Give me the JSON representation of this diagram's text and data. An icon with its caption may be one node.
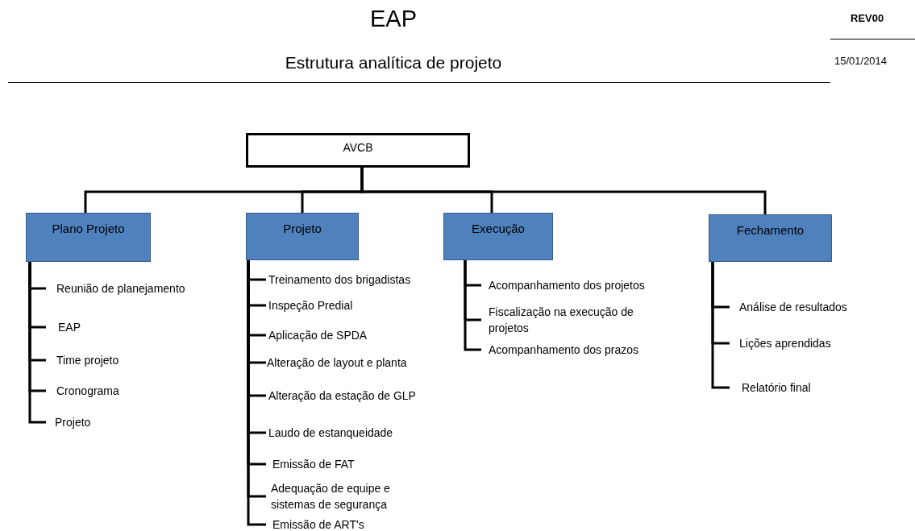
{
  "diagram": {
    "title": "EAP",
    "caption": "Estrutura analítica de projeto",
    "nodes": [
      {
        "text": [
          "AVCB"
        ]
      },
      {
        "text": [
          "Plano Projeto"
        ]
      },
      {
        "text": [
          "Projeto"
        ]
      },
      {
        "text": [
          "Execução"
        ]
      },
      {
        "text": [
          "Fechamento"
        ]
      },
      {
        "text": [
          "Reunião de planejamento"
        ]
      },
      {
        "text": [
          "EAP"
        ]
      },
      {
        "text": [
          "Time projeto"
        ]
      },
      {
        "text": [
          "Cronograma"
        ]
      },
      {
        "text": [
          "Projeto"
        ]
      },
      {
        "text": [
          "Treinamento dos brigadistas"
        ]
      },
      {
        "text": [
          "Inspeção Predial"
        ]
      },
      {
        "text": [
          "Aplicação de SPDA"
        ]
      },
      {
        "text": [
          "Alteração de layout e planta"
        ]
      },
      {
        "text": [
          "Alteração da estação de GLP"
        ]
      },
      {
        "text": [
          "Laudo de estanqueidade"
        ]
      },
      {
        "text": [
          "Emissão de FAT"
        ]
      },
      {
        "text": [
          "Adequação de equipe e sistemas de segurança"
        ]
      },
      {
        "text": [
          "Emissão de ART's"
        ]
      },
      {
        "text": [
          "Acompanhamento dos projetos"
        ]
      },
      {
        "text": [
          "Fiscalização na execução de projetos"
        ]
      },
      {
        "text": [
          "Acompanhamento dos prazos"
        ]
      },
      {
        "text": [
          "Análise de resultados"
        ]
      },
      {
        "text": [
          "Lições aprendidas"
        ]
      },
      {
        "text": [
          "Relatório final"
        ]
      }
    ],
    "edges": [
      {
        "from": 0,
        "to": 1,
        "arrow": "none"
      },
      {
        "from": 0,
        "to": 2,
        "arrow": "none"
      },
      {
        "from": 0,
        "to": 3,
        "arrow": "none"
      },
      {
        "from": 0,
        "to": 4,
        "arrow": "none"
      },
      {
        "from": 1,
        "to": 5,
        "arrow": "none"
      },
      {
        "from": 1,
        "to": 6,
        "arrow": "none"
      },
      {
        "from": 1,
        "to": 7,
        "arrow": "none"
      },
      {
        "from": 1,
        "to": 8,
        "arrow": "none"
      },
      {
        "from": 1,
        "to": 9,
        "arrow": "none"
      },
      {
        "from": 2,
        "to": 10,
        "arrow": "none"
      },
      {
        "from": 2,
        "to": 11,
        "arrow": "none"
      },
      {
        "from": 2,
        "to": 12,
        "arrow": "none"
      },
      {
        "from": 2,
        "to": 13,
        "arrow": "none"
      },
      {
        "from": 2,
        "to": 14,
        "arrow": "none"
      },
      {
        "from": 2,
        "to": 15,
        "arrow": "none"
      },
      {
        "from": 2,
        "to": 16,
        "arrow": "none"
      },
      {
        "from": 2,
        "to": 17,
        "arrow": "none"
      },
      {
        "from": 2,
        "to": 18,
        "arrow": "none"
      },
      {
        "from": 3,
        "to": 19,
        "arrow": "none"
      },
      {
        "from": 3,
        "to": 20,
        "arrow": "none"
      },
      {
        "from": 3,
        "to": 21,
        "arrow": "none"
      },
      {
        "from": 4,
        "to": 22,
        "arrow": "none"
      },
      {
        "from": 4,
        "to": 23,
        "arrow": "none"
      },
      {
        "from": 4,
        "to": 24,
        "arrow": "none"
      }
    ],
    "labels": [
      "REV00",
      "15/01/2014"
    ]
  }
}
